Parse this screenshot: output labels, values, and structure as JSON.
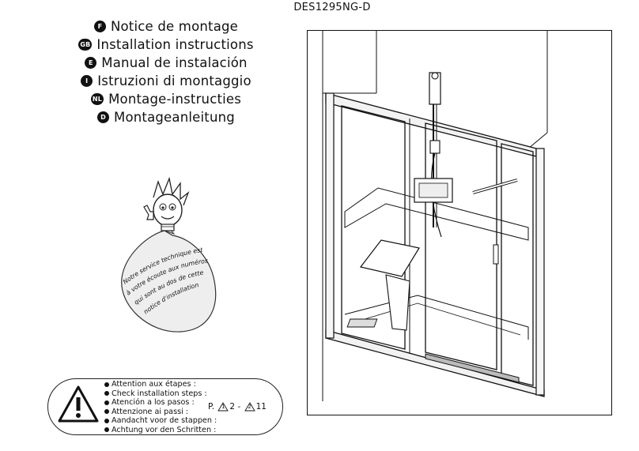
{
  "header": {
    "reference": "DES1295NG-D"
  },
  "languages": [
    {
      "code": "F",
      "title": "Notice de montage"
    },
    {
      "code": "GB",
      "title": "Installation instructions"
    },
    {
      "code": "E",
      "title": "Manual de instalación"
    },
    {
      "code": "I",
      "title": "Istruzioni di montaggio"
    },
    {
      "code": "NL",
      "title": "Montage-instructies"
    },
    {
      "code": "D",
      "title": "Montageanleitung"
    }
  ],
  "mascot": {
    "lines": [
      "Notre service technique est",
      "à votre écoute aux numéros",
      "qui sont au dos de cette",
      "notice d'installation"
    ]
  },
  "warning": {
    "icon": "warning-triangle-icon",
    "steps": [
      "Attention aux étapes :",
      "Check installation steps :",
      "Atención a los pasos :",
      "Attenzione ai passi :",
      "Aandacht voor de stappen :",
      "Achtung vor den Schritten :"
    ],
    "page_prefix": "P.",
    "range_start": "1",
    "range_start_page": "2",
    "separator": "-",
    "range_end": "2",
    "range_end_page": "11"
  }
}
